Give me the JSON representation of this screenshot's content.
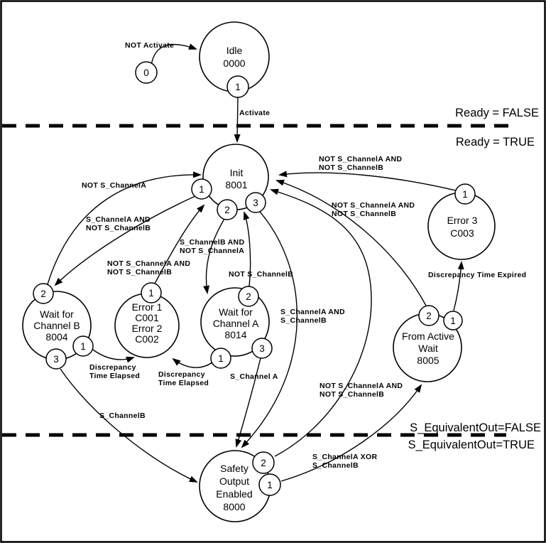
{
  "colors": {
    "ink": "#000000",
    "background": "#ffffff"
  },
  "boundaries": {
    "ready_false": "Ready = FALSE",
    "ready_true": "Ready = TRUE",
    "equivalent_false": "S_EquivalentOut=FALSE",
    "equivalent_true": "S_EquivalentOut=TRUE"
  },
  "states": {
    "idle": {
      "line1": "Idle",
      "line2": "0000"
    },
    "init": {
      "line1": "Init",
      "line2": "8001"
    },
    "wait_channel_b": {
      "line1": "Wait for",
      "line2": "Channel B",
      "line3": "8004"
    },
    "error_1_2": {
      "line1": "Error 1",
      "line2": "C001",
      "line3": "Error 2",
      "line4": "C002"
    },
    "wait_channel_a": {
      "line1": "Wait for",
      "line2": "Channel A",
      "line3": "8014"
    },
    "error_3": {
      "line1": "Error 3",
      "line2": "C003"
    },
    "from_active_wait": {
      "line1": "From Active",
      "line2": "Wait",
      "line3": "8005"
    },
    "safety_output_enabled": {
      "line1": "Safety",
      "line2": "Output",
      "line3": "Enabled",
      "line4": "8000"
    }
  },
  "ports": {
    "start": "0",
    "idle_1": "1",
    "init_1": "1",
    "init_2": "2",
    "init_3": "3",
    "wait_b_2": "2",
    "wait_b_1": "1",
    "wait_b_3": "3",
    "error12_1": "1",
    "wait_a_2": "2",
    "wait_a_1": "1",
    "wait_a_3": "3",
    "error3_1": "1",
    "faw_2": "2",
    "faw_1": "1",
    "safety_2": "2",
    "safety_1": "1"
  },
  "transitions": {
    "not_activate": "NOT Activate",
    "activate": "Activate",
    "not_channel_a": "NOT S_ChannelA",
    "a_and_not_b_line1": "S_ChannelA AND",
    "a_and_not_b_line2": "NOT S_ChannelB",
    "b_and_not_a_line1": "S_ChannelB AND",
    "b_and_not_a_line2": "NOT S_ChannelA",
    "err12_cond_line1": "NOT S_ChannelA AND",
    "err12_cond_line2": "NOT S_ChannelB",
    "not_channel_b": "NOT S_ChannelB",
    "a_and_b_line1": "S_ChannelA AND",
    "a_and_b_line2": "S_ChannelB",
    "err3_cond_line1": "NOT S_ChannelA AND",
    "err3_cond_line2": "NOT S_ChannelB",
    "faw_cond_line1": "NOT S_ChannelA AND",
    "faw_cond_line2": "NOT S_ChannelB",
    "safety_cond_line1": "NOT S_ChannelA AND",
    "safety_cond_line2": "NOT S_ChannelB",
    "discrepancy_expired": "Discrepancy Time Expired",
    "disc_elapsed_b_line1": "Discrepancy",
    "disc_elapsed_b_line2": "Time Elapsed",
    "disc_elapsed_a_line1": "Discrepancy",
    "disc_elapsed_a_line2": "Time Elapsed",
    "s_channel_a": "S_Channel A",
    "s_channel_b": "S_ChannelB",
    "a_xor_b_line1": "S_ChannelA XOR",
    "a_xor_b_line2": "S_ChannelB"
  }
}
